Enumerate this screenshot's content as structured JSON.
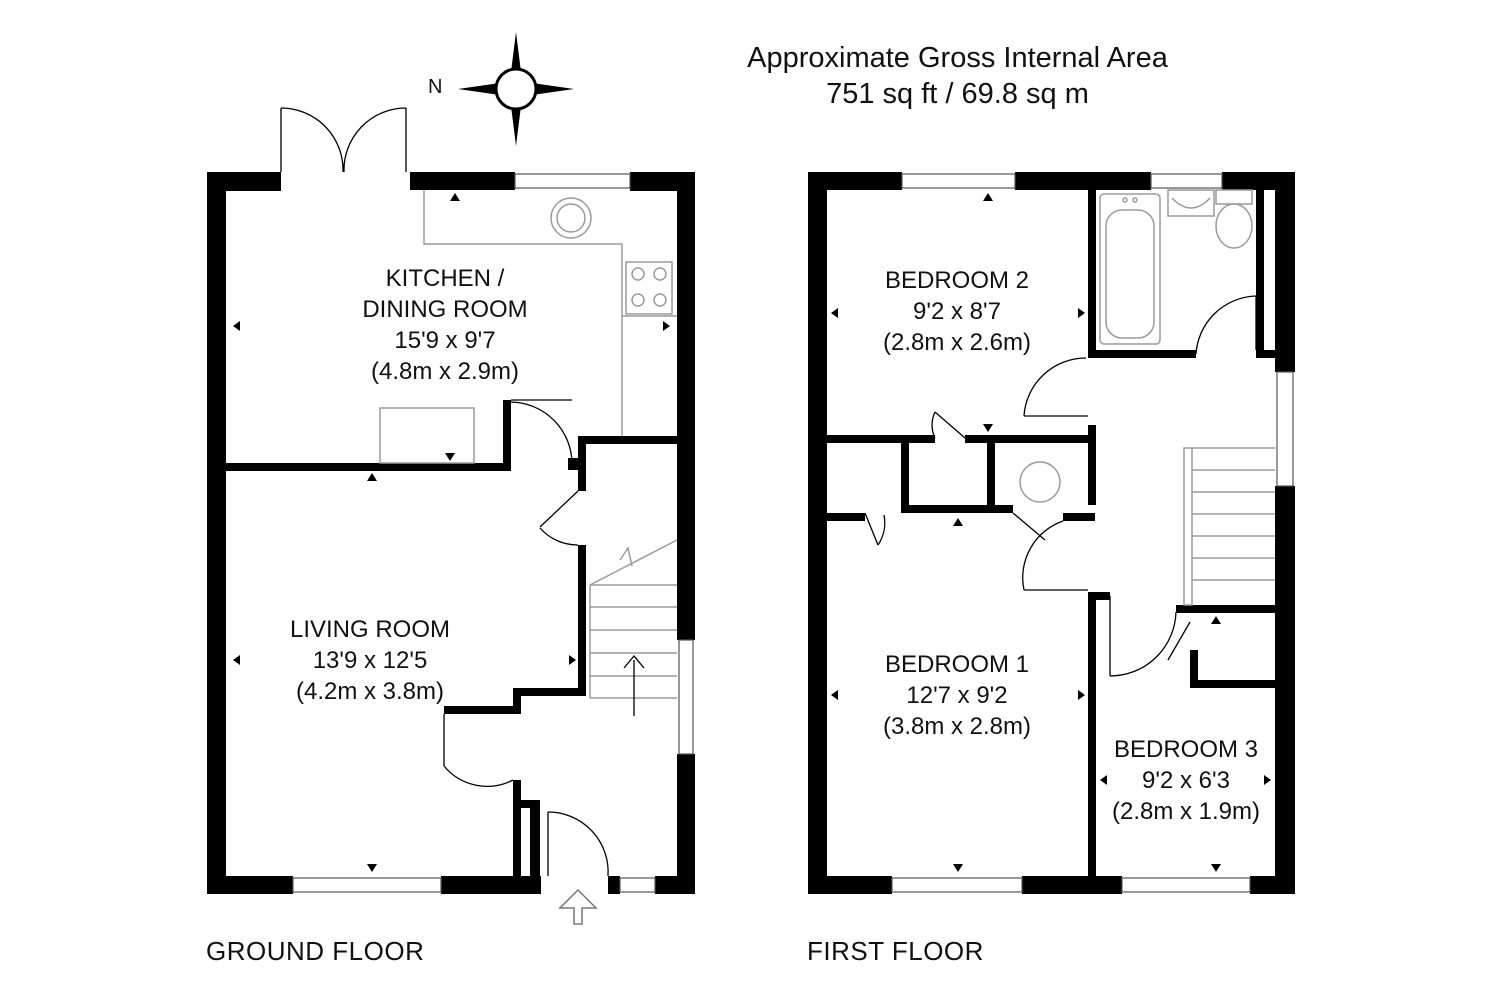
{
  "header": {
    "title": "Approximate Gross Internal Area",
    "area": "751 sq ft / 69.8 sq m"
  },
  "compass": {
    "label": "N"
  },
  "floors": {
    "ground": {
      "label": "GROUND FLOOR"
    },
    "first": {
      "label": "FIRST FLOOR"
    }
  },
  "rooms": {
    "kitchen": {
      "name_line1": "KITCHEN /",
      "name_line2": "DINING ROOM",
      "imperial": "15'9 x 9'7",
      "metric": "(4.8m x 2.9m)"
    },
    "living": {
      "name": "LIVING ROOM",
      "imperial": "13'9 x 12'5",
      "metric": "(4.2m x 3.8m)"
    },
    "bedroom2": {
      "name": "BEDROOM 2",
      "imperial": "9'2 x 8'7",
      "metric": "(2.8m x 2.6m)"
    },
    "bedroom1": {
      "name": "BEDROOM 1",
      "imperial": "12'7 x 9'2",
      "metric": "(3.8m x 2.8m)"
    },
    "bedroom3": {
      "name": "BEDROOM 3",
      "imperial": "9'2 x 6'3",
      "metric": "(2.8m x 1.9m)"
    }
  },
  "colors": {
    "wall": "#000000",
    "fixture_line": "#9a9a9a",
    "background": "#ffffff"
  }
}
